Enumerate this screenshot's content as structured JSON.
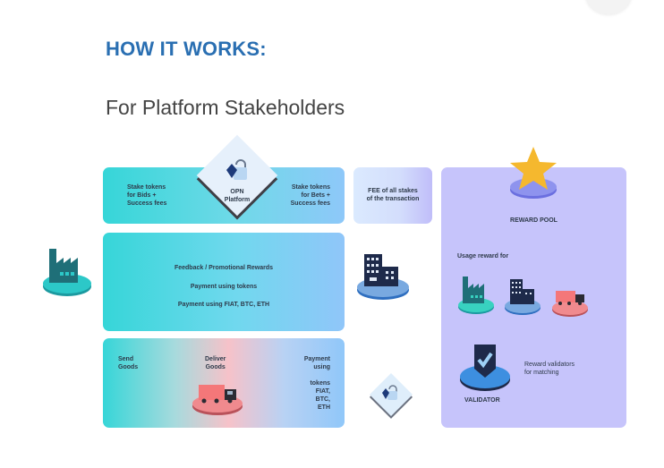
{
  "header": {
    "title": "HOW IT WORKS:",
    "subtitle": "For Platform Stakeholders"
  },
  "colors": {
    "heading": "#2a6fb2",
    "teal": "#36d6d8",
    "blue": "#90c6f9",
    "pink": "#f6c2c9",
    "panel": "#c6c4fb",
    "navy": "#1e2a4a",
    "star": "#f5b82e"
  },
  "diagram": {
    "platform": {
      "label_line1": "OPN",
      "label_line2": "Platform",
      "icon": "opn-logo-icon"
    },
    "stake_box": {
      "left_lines": [
        "Stake tokens",
        "for Bids +",
        "Success fees"
      ],
      "right_lines": [
        "Stake tokens",
        "for Bets +",
        "Success fees"
      ]
    },
    "fee_box": {
      "lines": [
        "FEE of all stakes",
        "of the transaction"
      ]
    },
    "middle_box": {
      "lines": [
        "Feedback / Promotional Rewards",
        "Payment using tokens",
        "Payment using FIAT, BTC, ETH"
      ]
    },
    "bottom_box": {
      "send": [
        "Send",
        "Goods"
      ],
      "deliver": [
        "Deliver",
        "Goods"
      ],
      "payment": [
        "Payment",
        "using",
        "",
        "tokens",
        "FIAT,",
        "BTC,",
        "ETH"
      ]
    },
    "icons": {
      "factory": "factory-icon",
      "building": "building-icon",
      "truck": "truck-icon",
      "star": "star-icon",
      "validator": "shield-check-icon"
    },
    "reward_panel": {
      "pool_label": "REWARD POOL",
      "usage_label": "Usage reward for",
      "validator_label": "VALIDATOR",
      "validator_desc": [
        "Reward validators",
        "for matching"
      ]
    }
  }
}
